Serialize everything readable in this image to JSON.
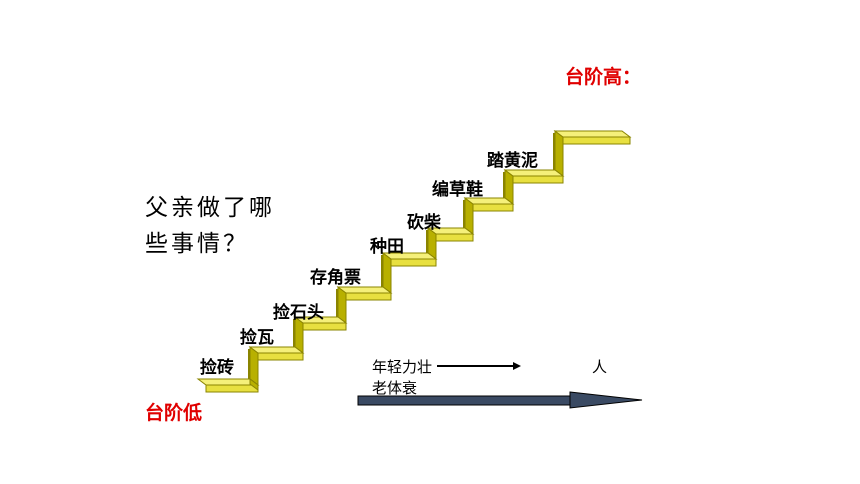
{
  "question": {
    "line1": "父亲做了哪",
    "line2": "些事情？"
  },
  "top_label": "台阶高：",
  "bottom_label": "台阶低",
  "steps": [
    "捡砖",
    "捡瓦",
    "捡石头",
    "存角票",
    "种田",
    "砍柴",
    "编草鞋",
    "踏黄泥"
  ],
  "timeline": {
    "young": "年轻力壮",
    "old": "老体衰",
    "person": "人"
  },
  "colors": {
    "step_top": "#f5f07a",
    "step_front": "#e8e040",
    "step_side": "#b8b000",
    "step_dark": "#8a8400",
    "arrow_fill": "#3a4a63"
  }
}
